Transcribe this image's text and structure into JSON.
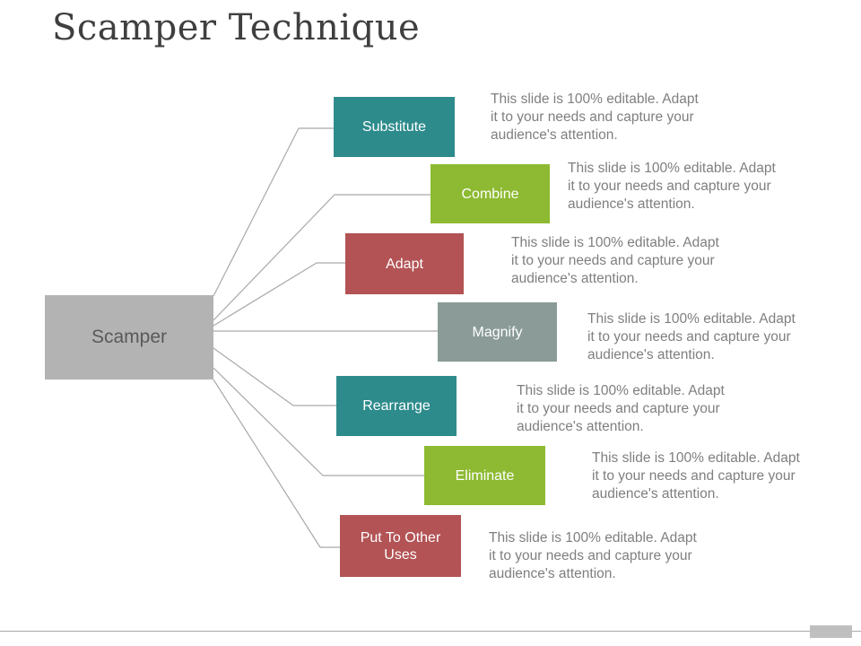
{
  "slide": {
    "title": "Scamper Technique",
    "root": {
      "label": "Scamper",
      "color": "#b3b3b3"
    },
    "nodes": [
      {
        "label": "Substitute",
        "color": "#2e8b8c",
        "description": "This slide is 100% editable. Adapt\nit to your needs and capture your\naudience's attention."
      },
      {
        "label": "Combine",
        "color": "#8dba32",
        "description": "This slide is 100% editable. Adapt\nit to your needs and capture your\naudience's attention."
      },
      {
        "label": "Adapt",
        "color": "#b35355",
        "description": "This slide is 100% editable. Adapt\nit to your needs and capture your\naudience's attention."
      },
      {
        "label": "Magnify",
        "color": "#8a9b98",
        "description": "This slide is 100% editable. Adapt\nit to your needs and capture your\naudience's attention."
      },
      {
        "label": "Rearrange",
        "color": "#2e8b8c",
        "description": "This slide is 100% editable. Adapt\nit to your needs and capture your\naudience's attention."
      },
      {
        "label": "Eliminate",
        "color": "#8dba32",
        "description": "This slide is 100% editable. Adapt\nit to your needs and capture your\naudience's attention."
      },
      {
        "label": "Put To Other Uses",
        "color": "#b35355",
        "description": "This slide is 100% editable. Adapt\nit to your needs and capture your\naudience's attention."
      }
    ],
    "colors": {
      "connector_line": "#a9a9a9",
      "footer_line": "#a9a9a9",
      "footer_rect": "#bfbfbf",
      "title_text": "#3f3f3f",
      "description_text": "#7f7f7f"
    }
  }
}
